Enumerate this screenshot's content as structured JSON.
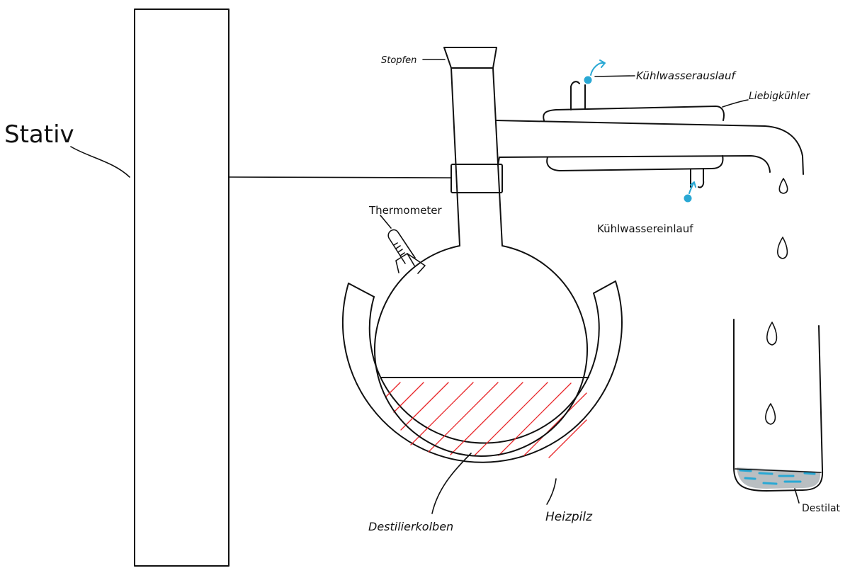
{
  "labels": {
    "stativ": "Stativ",
    "stopfen": "Stopfen",
    "kuehlwasserauslauf": "Kühlwasserauslauf",
    "liebigkuehler": "Liebigkühler",
    "thermometer": "Thermometer",
    "kuehlwassereinlauf": "Kühlwassereinlauf",
    "destillierkolben": "Destilierkolben",
    "heizpilz": "Heizpilz",
    "destillat": "Destilat"
  },
  "colors": {
    "stroke": "#111111",
    "liquid_hatch": "#e8262a",
    "water": "#29a8d4",
    "distillate_gray": "#a8aeb2"
  }
}
